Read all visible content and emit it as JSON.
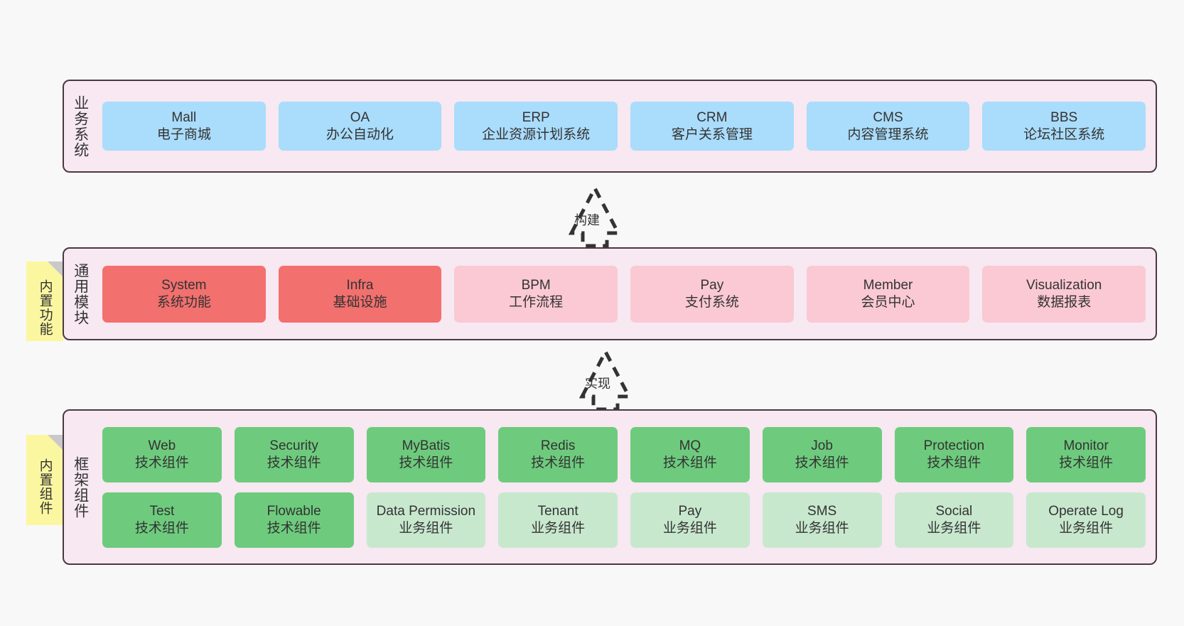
{
  "diagram": {
    "background_color": "#f8f8f8",
    "panel_fill": "#f7e8f1",
    "panel_border": "#4b3842",
    "sticky_color": "#fbf7a0"
  },
  "layers": [
    {
      "id": "business",
      "title": "业务系统",
      "rows": [
        {
          "cards": [
            {
              "name": "Mall",
              "desc": "电子商城",
              "color": "#aadcfb",
              "style": "c-blue"
            },
            {
              "name": "OA",
              "desc": "办公自动化",
              "color": "#aadcfb",
              "style": "c-blue"
            },
            {
              "name": "ERP",
              "desc": "企业资源计划系统",
              "color": "#aadcfb",
              "style": "c-blue"
            },
            {
              "name": "CRM",
              "desc": "客户关系管理",
              "color": "#aadcfb",
              "style": "c-blue"
            },
            {
              "name": "CMS",
              "desc": "内容管理系统",
              "color": "#aadcfb",
              "style": "c-blue"
            },
            {
              "name": "BBS",
              "desc": "论坛社区系统",
              "color": "#aadcfb",
              "style": "c-blue"
            }
          ]
        }
      ]
    },
    {
      "id": "modules",
      "title": "通用模块",
      "sticky": "内置功能",
      "rows": [
        {
          "cards": [
            {
              "name": "System",
              "desc": "系统功能",
              "color": "#f2706e",
              "style": "c-red"
            },
            {
              "name": "Infra",
              "desc": "基础设施",
              "color": "#f2706e",
              "style": "c-red"
            },
            {
              "name": "BPM",
              "desc": "工作流程",
              "color": "#fbc9d3",
              "style": "c-pink"
            },
            {
              "name": "Pay",
              "desc": "支付系统",
              "color": "#fbc9d3",
              "style": "c-pink"
            },
            {
              "name": "Member",
              "desc": "会员中心",
              "color": "#fbc9d3",
              "style": "c-pink"
            },
            {
              "name": "Visualization",
              "desc": "数据报表",
              "color": "#fbc9d3",
              "style": "c-pink"
            }
          ]
        }
      ]
    },
    {
      "id": "framework",
      "title": "框架组件",
      "sticky": "内置组件",
      "rows": [
        {
          "cards": [
            {
              "name": "Web",
              "desc": "技术组件",
              "color": "#6ecb7d",
              "style": "c-green"
            },
            {
              "name": "Security",
              "desc": "技术组件",
              "color": "#6ecb7d",
              "style": "c-green"
            },
            {
              "name": "MyBatis",
              "desc": "技术组件",
              "color": "#6ecb7d",
              "style": "c-green"
            },
            {
              "name": "Redis",
              "desc": "技术组件",
              "color": "#6ecb7d",
              "style": "c-green"
            },
            {
              "name": "MQ",
              "desc": "技术组件",
              "color": "#6ecb7d",
              "style": "c-green"
            },
            {
              "name": "Job",
              "desc": "技术组件",
              "color": "#6ecb7d",
              "style": "c-green"
            },
            {
              "name": "Protection",
              "desc": "技术组件",
              "color": "#6ecb7d",
              "style": "c-green"
            },
            {
              "name": "Monitor",
              "desc": "技术组件",
              "color": "#6ecb7d",
              "style": "c-green"
            }
          ]
        },
        {
          "cards": [
            {
              "name": "Test",
              "desc": "技术组件",
              "color": "#6ecb7d",
              "style": "c-green"
            },
            {
              "name": "Flowable",
              "desc": "技术组件",
              "color": "#6ecb7d",
              "style": "c-green"
            },
            {
              "name": "Data Permission",
              "desc": "业务组件",
              "color": "#c8e8ce",
              "style": "c-greenlight"
            },
            {
              "name": "Tenant",
              "desc": "业务组件",
              "color": "#c8e8ce",
              "style": "c-greenlight"
            },
            {
              "name": "Pay",
              "desc": "业务组件",
              "color": "#c8e8ce",
              "style": "c-greenlight"
            },
            {
              "name": "SMS",
              "desc": "业务组件",
              "color": "#c8e8ce",
              "style": "c-greenlight"
            },
            {
              "name": "Social",
              "desc": "业务组件",
              "color": "#c8e8ce",
              "style": "c-greenlight"
            },
            {
              "name": "Operate Log",
              "desc": "业务组件",
              "color": "#c8e8ce",
              "style": "c-greenlight"
            }
          ]
        }
      ]
    }
  ],
  "arrows": [
    {
      "id": "build",
      "label": "构建",
      "direction": "up"
    },
    {
      "id": "impl",
      "label": "实现",
      "direction": "up"
    }
  ]
}
